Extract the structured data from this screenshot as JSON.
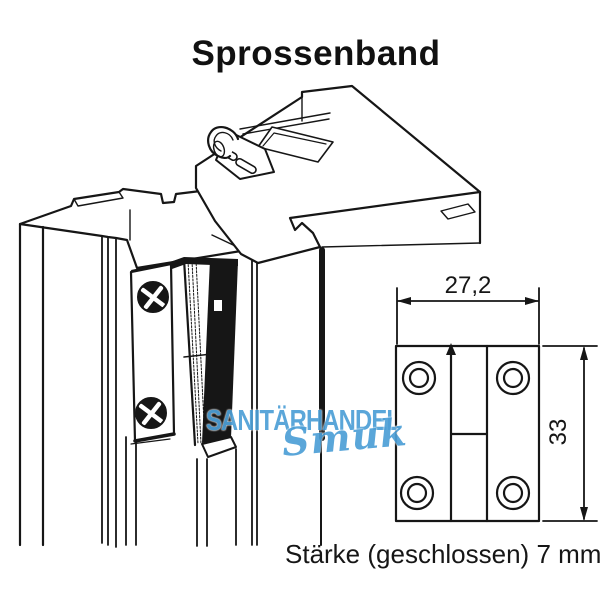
{
  "title": "Sprossenband",
  "front_view": {
    "width_label": "27,2",
    "height_label": "33"
  },
  "caption": "Stärke (geschlossen) 7 mm",
  "watermark": {
    "line1": "SANITÄRHANDEL",
    "line2": "Smuk",
    "color": "#4d9fd6"
  },
  "colors": {
    "ink": "#161616",
    "paper": "#ffffff"
  }
}
